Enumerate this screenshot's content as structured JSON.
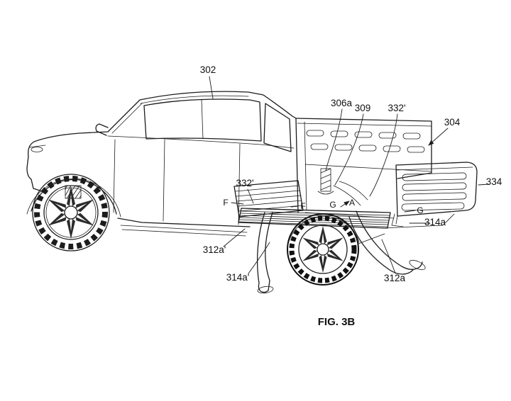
{
  "figure": {
    "caption": "FIG. 3B"
  },
  "reference_numerals": {
    "r302": "302",
    "r306a": "306a",
    "r309": "309",
    "r332p_upper": "332'",
    "r304": "304",
    "r334": "334",
    "r332p_lower": "332'",
    "r314a": "314a",
    "r312ap": "312a'",
    "r314ap": "314a'",
    "r312a": "312a"
  },
  "section_letters": {
    "f_left": "F",
    "f_right": "F",
    "g_left": "G",
    "a_mark": "A",
    "g_right": "G"
  }
}
